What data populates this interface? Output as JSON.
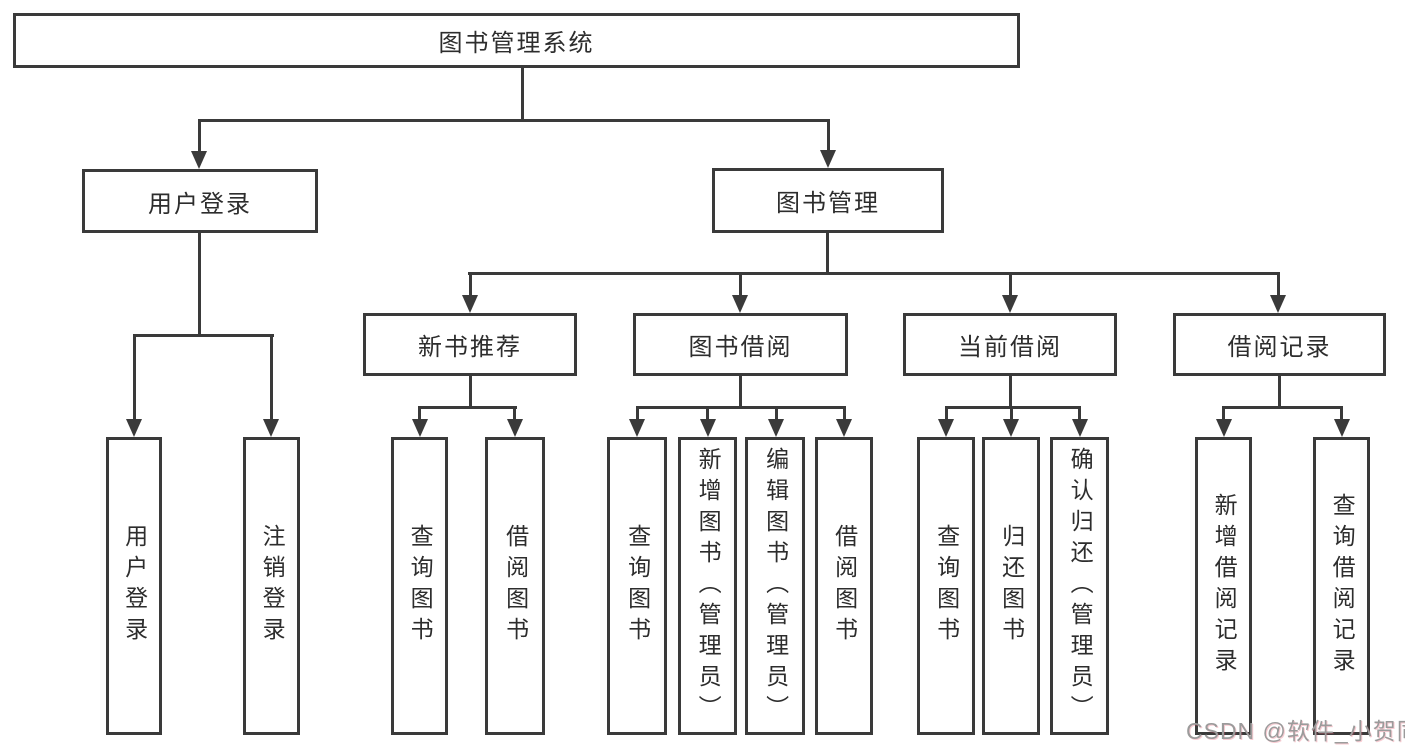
{
  "title": "图书管理系统",
  "tree": {
    "label": "图书管理系统",
    "children": [
      {
        "label": "用户登录",
        "children": [
          {
            "label": "用户登录"
          },
          {
            "label": "注销登录"
          }
        ]
      },
      {
        "label": "图书管理",
        "children": [
          {
            "label": "新书推荐",
            "children": [
              {
                "label": "查询图书"
              },
              {
                "label": "借阅图书"
              }
            ]
          },
          {
            "label": "图书借阅",
            "children": [
              {
                "label": "查询图书"
              },
              {
                "label": "新增图书（管理员）"
              },
              {
                "label": "编辑图书（管理员）"
              },
              {
                "label": "借阅图书"
              }
            ]
          },
          {
            "label": "当前借阅",
            "children": [
              {
                "label": "查询图书"
              },
              {
                "label": "归还图书"
              },
              {
                "label": "确认归还（管理员）"
              }
            ]
          },
          {
            "label": "借阅记录",
            "children": [
              {
                "label": "新增借阅记录"
              },
              {
                "label": "查询借阅记录"
              }
            ]
          }
        ]
      }
    ]
  },
  "watermark": {
    "text": "CSDN @软件_小贺同学",
    "color": "#9b9b9b"
  },
  "colors": {
    "line": "#3a3a3a",
    "text": "#2d2d2d",
    "background": "#ffffff"
  }
}
